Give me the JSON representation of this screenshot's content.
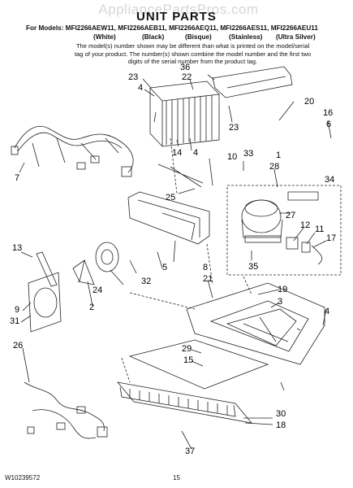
{
  "watermark": "AppliancePartsPros.com",
  "title": "UNIT PARTS",
  "models_line": "For Models: MFI2266AEW11, MFI2266AEB11, MFI2266AEQ11, MFI2266AES11, MFI2266AEU11",
  "colors": [
    "(White)",
    "(Black)",
    "(Bisque)",
    "(Stainless)",
    "(Ultra Silver)"
  ],
  "note": "The model(s) number shown may be different than what is printed on the model/serial tag of your product. The number(s) shown combine the model number and the first two digits of the serial number from the product tag.",
  "callouts": [
    "23",
    "4",
    "22",
    "36",
    "20",
    "16",
    "6",
    "34",
    "7",
    "14",
    "4",
    "23",
    "10",
    "33",
    "1",
    "28",
    "25",
    "27",
    "12",
    "11",
    "17",
    "13",
    "8",
    "5",
    "32",
    "24",
    "2",
    "9",
    "31",
    "21",
    "35",
    "19",
    "3",
    "4",
    "29",
    "15",
    "26",
    "30",
    "18",
    "37"
  ],
  "footer": {
    "part_number": "W10239572",
    "page": "15"
  }
}
